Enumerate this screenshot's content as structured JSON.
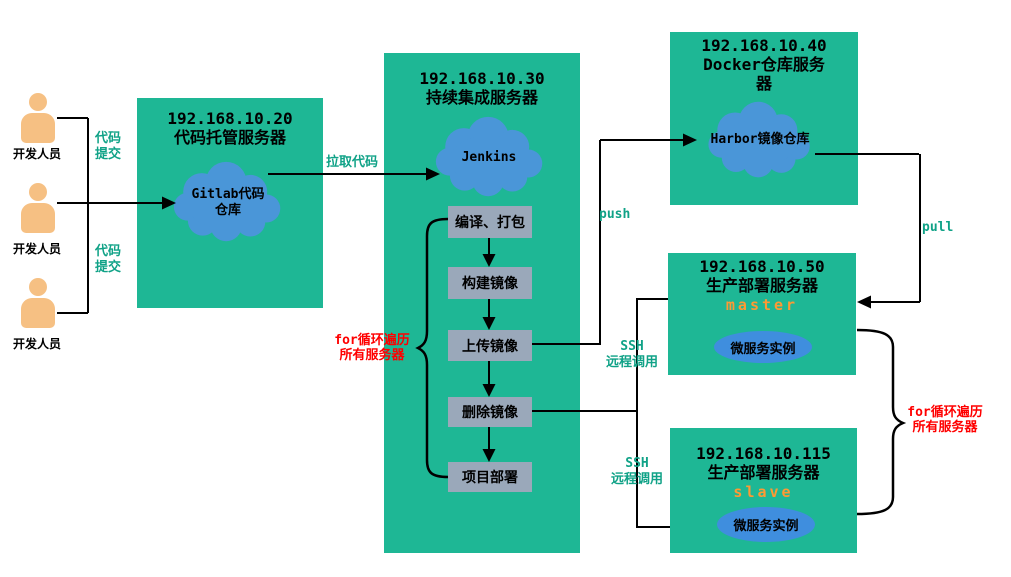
{
  "colors": {
    "server_fill": "#1eb795",
    "cloud_fill": "#4a96d8",
    "instance_fill": "#3f8ede",
    "step_fill": "#9aa8ba",
    "person_fill": "#f6c083",
    "teal_label": "#10a287",
    "role_color": "#ff9933",
    "loop_color": "#ff0000"
  },
  "developers": {
    "label": "开发人员",
    "commit_label": "代码\n提交"
  },
  "gitlab": {
    "title": "192.168.10.20\n代码托管服务器",
    "cloud": "Gitlab代码\n仓库"
  },
  "jenkins": {
    "title": "192.168.10.30\n持续集成服务器",
    "cloud": "Jenkins",
    "steps": [
      "编译、打包",
      "构建镜像",
      "上传镜像",
      "删除镜像",
      "项目部署"
    ]
  },
  "docker": {
    "title": "192.168.10.40\nDocker仓库服务\n器",
    "cloud": "Harbor镜像仓库"
  },
  "master": {
    "title": "192.168.10.50\n生产部署服务器",
    "role": "master",
    "instance": "微服务实例"
  },
  "slave": {
    "title": "192.168.10.115\n生产部署服务器",
    "role": "slave",
    "instance": "微服务实例"
  },
  "edges": {
    "pull_code": "拉取代码",
    "push": "push",
    "pull": "pull",
    "ssh": "SSH\n远程调用",
    "for_loop": "for循环遍历\n所有服务器"
  }
}
